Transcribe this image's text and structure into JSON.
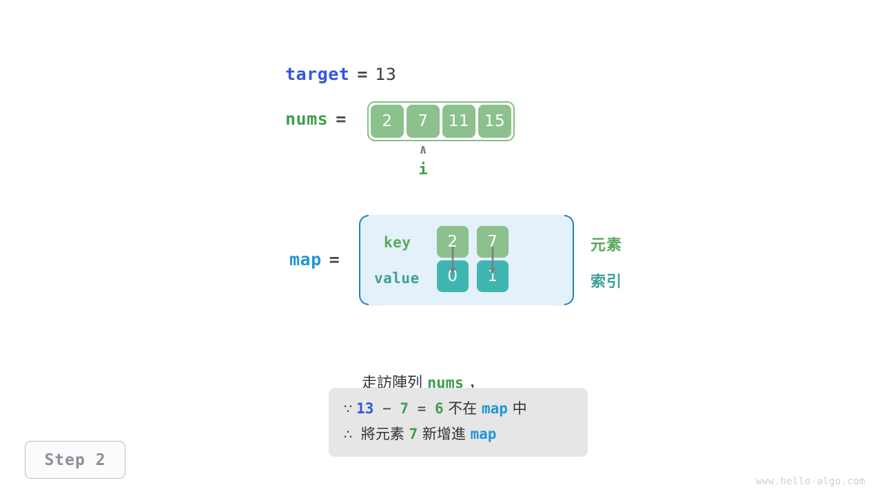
{
  "variables": {
    "target": {
      "name": "target",
      "eq": "=",
      "value": "13"
    },
    "nums": {
      "name": "nums",
      "eq": "="
    },
    "map": {
      "name": "map",
      "eq": "="
    }
  },
  "array": {
    "cells": [
      "2",
      "7",
      "11",
      "15"
    ],
    "pointer": {
      "caret": "∧",
      "label": "i",
      "index": 1
    }
  },
  "map_table": {
    "row_labels": {
      "key": "key",
      "value": "value"
    },
    "keys": [
      "2",
      "7"
    ],
    "values": [
      "0",
      "1"
    ],
    "side_labels": {
      "element": "元素",
      "index": "索引"
    }
  },
  "caption": {
    "line": {
      "prefix": "走訪陣列 ",
      "code": "nums",
      "suffix": " ，"
    },
    "notes": [
      {
        "symbol": "∵",
        "parts": [
          {
            "text": "13",
            "style": "v-blue"
          },
          {
            "text": " − ",
            "style": "op"
          },
          {
            "text": "7",
            "style": "v-green"
          },
          {
            "text": " = ",
            "style": "op"
          },
          {
            "text": "6",
            "style": "v-green"
          },
          {
            "text": " 不在 ",
            "style": "plain"
          },
          {
            "text": "map",
            "style": "v-map"
          },
          {
            "text": " 中",
            "style": "plain"
          }
        ]
      },
      {
        "symbol": "∴",
        "parts": [
          {
            "text": " 將元素 ",
            "style": "plain"
          },
          {
            "text": "7",
            "style": "v-green"
          },
          {
            "text": " 新增進 ",
            "style": "plain"
          },
          {
            "text": "map",
            "style": "v-map"
          }
        ]
      }
    ]
  },
  "step_badge": {
    "label": "Step 2"
  },
  "watermark": {
    "text": "www.hello-algo.com"
  },
  "colors": {
    "target_blue": "#3355dd",
    "nums_green": "#3f9e4f",
    "map_blue": "#2196d6",
    "cell_green": "#8cc08c",
    "cell_teal": "#3fb5b0",
    "map_bg": "#e4f0fa",
    "map_border": "#1f7fc0",
    "note_bg": "#e6e6e6",
    "arrow_grey": "#7a7f87"
  }
}
